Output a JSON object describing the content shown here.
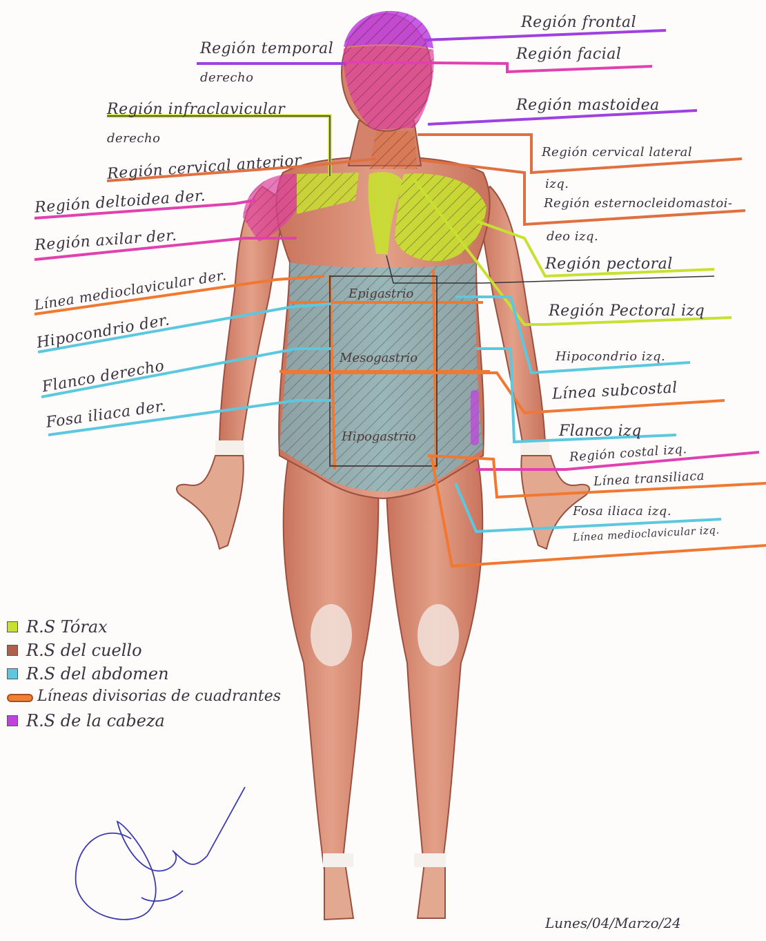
{
  "labels_left": {
    "temporal": "Región temporal",
    "temporal_2": "derecho",
    "infraclavicular": "Región infraclavicular",
    "infraclavicular_2": "derecho",
    "cervical_anterior": "Región cervical anterior",
    "deltoidea": "Región deltoidea der.",
    "axilar": "Región axilar der.",
    "medioclavicular": "Línea medioclavicular der.",
    "hipocondrio": "Hipocondrio der.",
    "flanco": "Flanco derecho",
    "fosa_iliaca": "Fosa iliaca der."
  },
  "labels_right": {
    "frontal": "Región frontal",
    "facial": "Región facial",
    "mastoidea": "Región mastoidea",
    "cervical_lateral": "Región cervical lateral",
    "cervical_lateral_2": "izq.",
    "esternocleido": "Región esternocleidomastoi-",
    "esternocleido_2": "deo izq.",
    "pectoral": "Región pectoral",
    "pectoral_izq": "Región Pectoral izq",
    "hipocondrio": "Hipocondrio izq.",
    "subcostal": "Línea subcostal",
    "flanco": "Flanco izq",
    "costal": "Región costal izq.",
    "transiliaca": "Línea transiliaca",
    "fosa_iliaca": "Fosa iliaca izq.",
    "medioclavicular": "Línea medioclavicular izq."
  },
  "abdomen": {
    "epigastrio": "Epigastrio",
    "mesogastrio": "Mesogastrio",
    "hipogastrio": "Hipogastrio"
  },
  "legend": {
    "torax": "R.S Tórax",
    "cuello": "R.S del cuello",
    "abdomen": "R.S del abdomen",
    "lineas": "Líneas divisorias de cuadrantes",
    "cabeza": "R.S de la cabeza"
  },
  "date": "Lunes/04/Marzo/24",
  "colors": {
    "cabeza": "#c040e0",
    "cuello": "#e07040",
    "torax": "#c8e030",
    "abdomen": "#5cc8e0",
    "lineas": "#f07830",
    "pink": "#e040b0",
    "muscle": "#d98a70"
  }
}
